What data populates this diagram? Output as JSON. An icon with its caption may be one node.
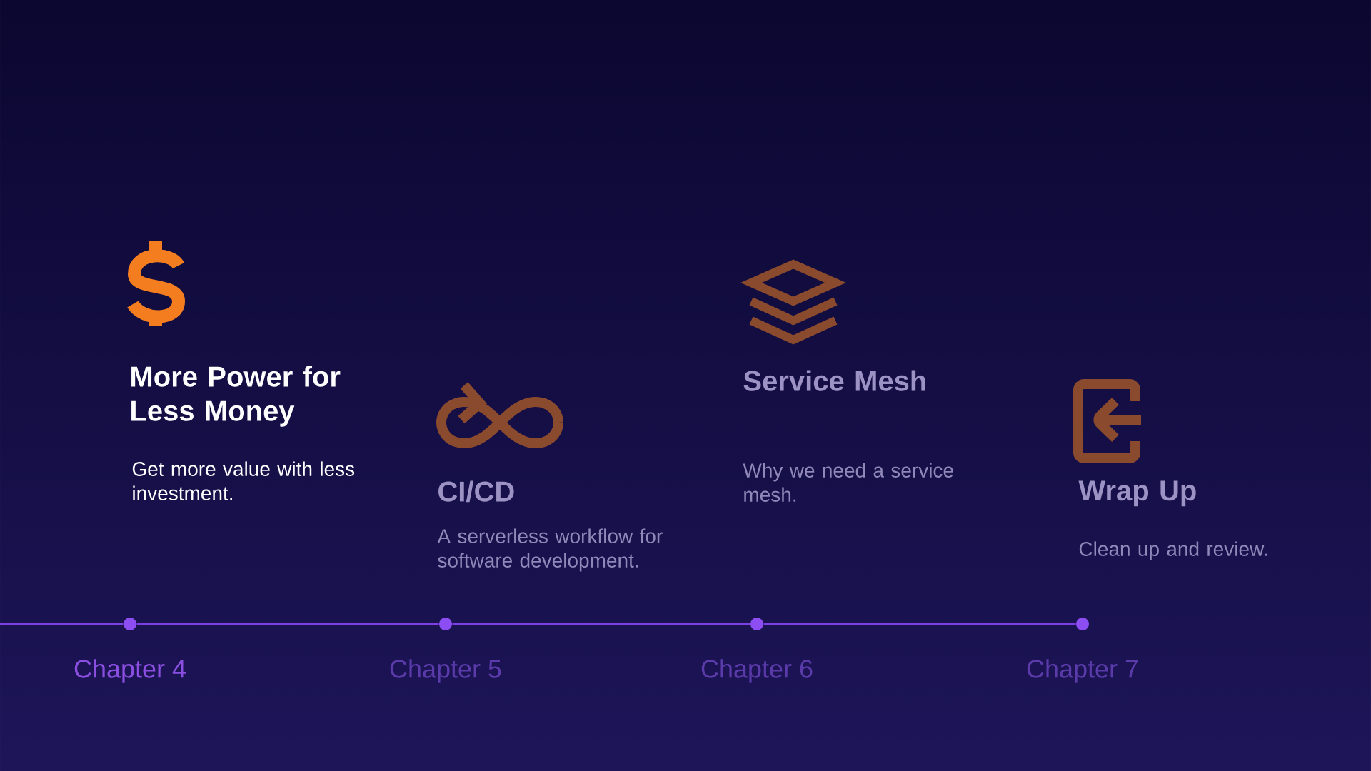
{
  "diagram": {
    "nodes": [
      {
        "text": [],
        "shape": "circle",
        "beside": [
          "Chapter 4"
        ]
      },
      {
        "text": [],
        "shape": "circle",
        "beside": [
          "Chapter 5"
        ]
      },
      {
        "text": [],
        "shape": "circle",
        "beside": [
          "Chapter 6"
        ]
      },
      {
        "text": [],
        "shape": "circle",
        "beside": [
          "Chapter 7"
        ]
      }
    ],
    "edges": [
      {
        "from": null,
        "to": 0,
        "arrow": "none"
      },
      {
        "from": 0,
        "to": 1,
        "arrow": "none"
      },
      {
        "from": 1,
        "to": 2,
        "arrow": "none"
      },
      {
        "from": 2,
        "to": 3,
        "arrow": "none"
      }
    ],
    "labels": [
      "More Power for Less Money",
      "Get more value with less investment.",
      "CI/CD",
      "A serverless workflow for software development.",
      "Service Mesh",
      "Why we need a service mesh.",
      "Wrap Up",
      "Clean up and review."
    ]
  }
}
